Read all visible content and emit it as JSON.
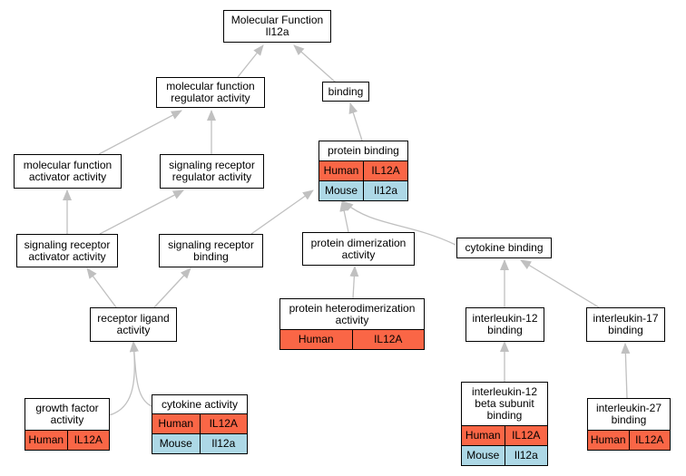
{
  "nodes": {
    "mf": "Molecular Function\nIl12a",
    "mfra": "molecular function\nregulator activity",
    "binding": "binding",
    "mfaa": "molecular function\nactivator activity",
    "srra": "signaling receptor\nregulator activity",
    "pb": "protein binding",
    "sraa": "signaling receptor\nactivator activity",
    "srb": "signaling receptor\nbinding",
    "pda": "protein dimerization\nactivity",
    "cb": "cytokine binding",
    "rla": "receptor ligand\nactivity",
    "phda": "protein heterodimerization\nactivity",
    "il12b": "interleukin-12\nbinding",
    "il17b": "interleukin-17\nbinding",
    "gfa": "growth factor\nactivity",
    "ca": "cytokine activity",
    "il12bsb": "interleukin-12\nbeta subunit\nbinding",
    "il27b": "interleukin-27\nbinding"
  },
  "annotations": {
    "human_species": "Human",
    "human_gene": "IL12A",
    "mouse_species": "Mouse",
    "mouse_gene": "Il12a"
  },
  "colors": {
    "human": "#fa6646",
    "mouse": "#add8e6",
    "edge": "#c0c0c0"
  }
}
